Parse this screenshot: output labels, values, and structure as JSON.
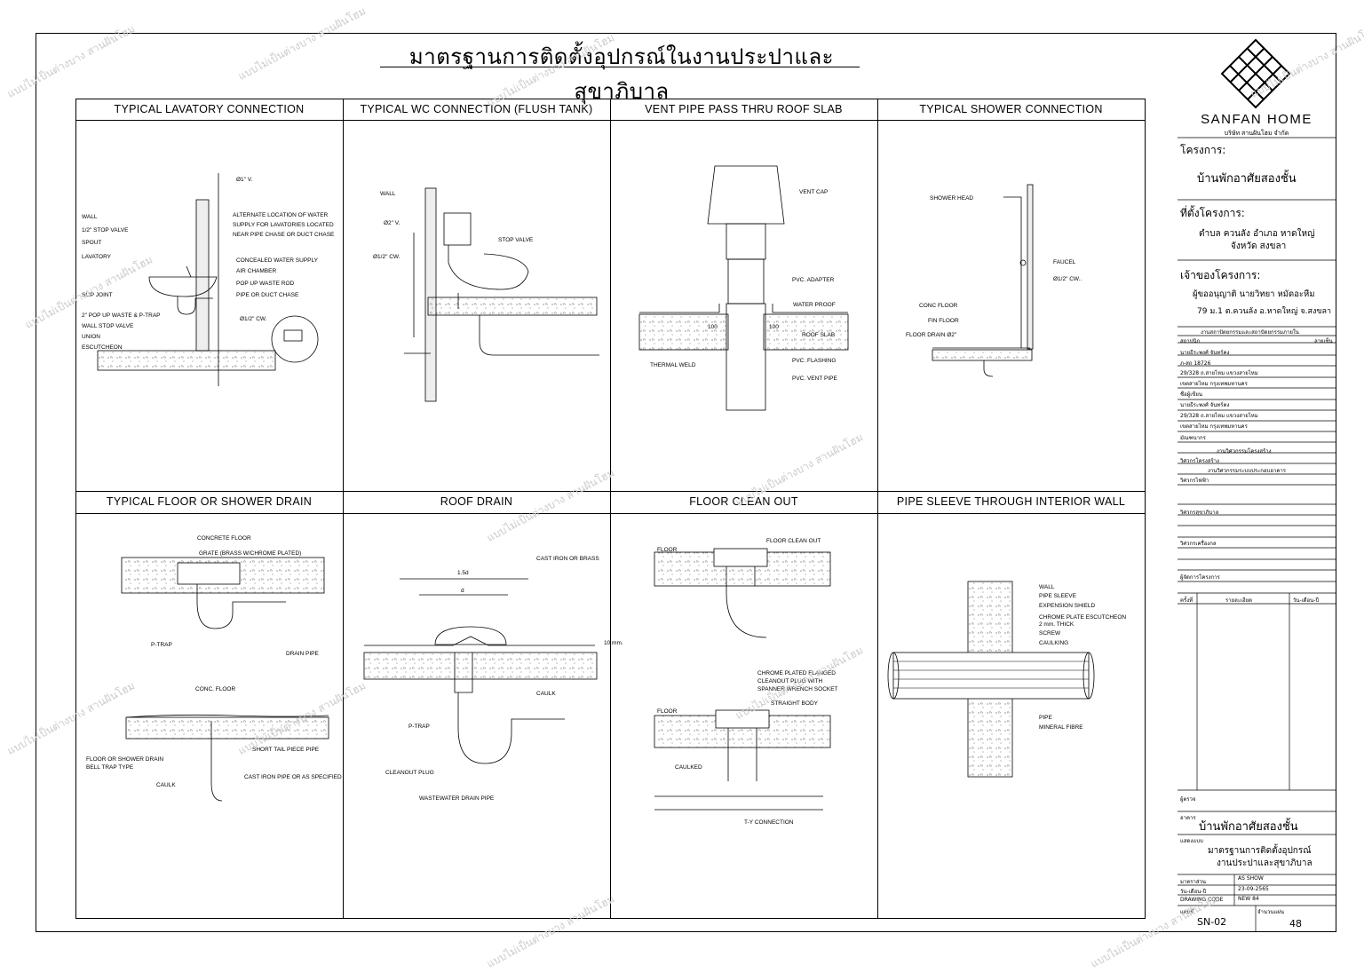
{
  "title": "มาตรฐานการติดตั้งอุปกรณ์ในงานประปาและสุขาภิบาล",
  "panels": {
    "p1": {
      "title": "TYPICAL  LAVATORY  CONNECTION",
      "labels": {
        "wall": "WALL",
        "stop_valve": "1/2\" STOP VALVE",
        "spout": "SPOUT",
        "lavatory": "LAVATORY",
        "slip_joint": "SLIP JOINT",
        "popup": "2\" POP UP WASTE & P-TRAP",
        "wall_stop": "WALL STOP VALVE",
        "union": "UNION",
        "escutcheon": "ESCUTCHEON",
        "v1": "Ø1\" V.",
        "alt1": "ALTERNATE LOCATION OF WATER",
        "alt2": "SUPPLY FOR LAVATORIES LOCATED",
        "alt3": "NEAR PIPE CHASE OR DUCT CHASE",
        "concealed": "CONCEALED WATER SUPPLY",
        "air": "AIR CHAMBER",
        "rod": "POP UP WASTE ROD",
        "chase": "PIPE OR DUCT CHASE",
        "cw": "Ø1/2\" CW."
      }
    },
    "p2": {
      "title": "TYPICAL  WC  CONNECTION  (FLUSH  TANK)",
      "labels": {
        "wall": "WALL",
        "v2": "Ø2\" V.",
        "cw": "Ø1/2\" CW.",
        "stop": "STOP VALVE"
      }
    },
    "p3": {
      "title": "VENT  PIPE  PASS  THRU  ROOF  SLAB",
      "labels": {
        "cap": "VENT CAP",
        "adapter": "PVC. ADAPTER",
        "proof": "WATER PROOF",
        "slab": "ROOF SLAB",
        "flashing": "PVC. FLASHING",
        "vent": "PVC. VENT PIPE",
        "weld": "THERMAL WELD",
        "d100a": "100",
        "d100b": "100"
      }
    },
    "p4": {
      "title": "TYPICAL  SHOWER  CONNECTION",
      "labels": {
        "head": "SHOWER HEAD",
        "faucet": "FAUCEL",
        "cw": "Ø1/2\" CW..",
        "conc": "CONC FLOOR",
        "fin": "FIN FLOOR",
        "drain": "FLOOR DRAIN Ø2\""
      }
    },
    "p5": {
      "title": "TYPICAL  FLOOR OR SHOWER DRAIN",
      "labels": {
        "concrete": "CONCRETE FLOOR",
        "grate": "GRATE  (BRASS W/CHROME PLATED)",
        "ptrap": "P-TRAP",
        "drain": "DRAIN PIPE",
        "conc2": "CONC. FLOOR",
        "tail": "SHORT TAIL PIECE PIPE",
        "fsd1": "FLOOR OR SHOWER DRAIN",
        "fsd2": "BELL TRAP TYPE",
        "caulk": "CAULK",
        "cast": "CAST IRON PIPE OR AS SPECIFIED"
      }
    },
    "p6": {
      "title": "ROOF DRAIN",
      "labels": {
        "cast": "CAST IRON OR BRASS",
        "d15": "1.5d",
        "d": "d",
        "mm": "10 mm.",
        "caulk": "CAULK",
        "ptrap": "P-TRAP",
        "clean": "CLEANOUT PLUG",
        "waste": "WASTEWATER DRAIN PIPE"
      }
    },
    "p7": {
      "title": "FLOOR  CLEAN  OUT",
      "labels": {
        "floor": "FLOOR",
        "fco": "FLOOR CLEAN OUT",
        "ch1": "CHROME PLATED FLANGED",
        "ch2": "CLEANOUT PLUG WITH",
        "ch3": "SPANNER WRENCH SOCKET",
        "floor2": "FLOOR",
        "straight": "STRAIGHT BODY",
        "caulked": "CAULKED",
        "ty": "T-Y CONNECTION"
      }
    },
    "p8": {
      "title": "PIPE  SLEEVE  THROUGH  INTERIOR  WALL",
      "labels": {
        "wall": "WALL",
        "sleeve": "PIPE SLEEVE",
        "shield": "EXPENSION SHIELD",
        "chrome": "CHROME PLATE ESCUTCHEON",
        "thick": "2 mm. THICK",
        "screw": "SCREW",
        "caulking": "CAULKING",
        "pipe": "PIPE",
        "fibre": "MINERAL FIBRE"
      }
    }
  },
  "titleblock": {
    "brand": "SANFAN HOME",
    "brand_sub": "บริษัท สานฝันโฮม จำกัด",
    "project_label": "โครงการ:",
    "project": "บ้านพักอาศัยสองชั้น",
    "location_label": "ที่ตั้งโครงการ:",
    "location1": "ตำบล ควนลัง อำเภอ หาดใหญ่",
    "location2": "จังหวัด สงขลา",
    "owner_label": "เจ้าของโครงการ:",
    "owner1": "ผู้ขออนุญาติ  นายวิทยา  หมัดอะหีม",
    "owner2": "79  ม.1  ต.ควนลัง  อ.หาดใหญ่  จ.สงขลา",
    "design_head": "งานสถาปัตยกรรมและสถาปัตยกรรมภายใน",
    "architect": "สถาปนิก",
    "signature": "ลายเซ็น",
    "arch_name": "นายธีระพงศ์  จันทร์คง",
    "arch_lic": "ภ-สถ 18726",
    "arch_addr1": "29/328 ถ.สายไหม แขวงสายไหม",
    "arch_addr2": "เขตสายไหม กรุงเทพมหานคร",
    "designer": "ชื่อผู้เขียน",
    "des_name": "นายธีระพงศ์  จันทร์คง",
    "des_addr1": "29/328 ถ.สายไหม แขวงสายไหม",
    "des_addr2": "เขตสายไหม กรุงเทพมหานคร",
    "interior": "มัณฑนากร",
    "struct_head": "งานวิศวกรรมโครงสร้าง",
    "struct": "วิศวกรโครงสร้าง",
    "system_head": "งานวิศวกรรมระบบประกอบอาคาร",
    "elec": "วิศวกรไฟฟ้า",
    "sanitary": "วิศวกรสุขาภิบาล",
    "mech": "วิศวกรเครื่องกล",
    "manager": "ผู้จัดการโครงการ",
    "rev": "ครั้งที่",
    "detail": "รายละเอียด",
    "date_col": "วัน-เดือน-ปี",
    "checker": "ผู้ตรวจ",
    "building_label": "อาคาร",
    "building": "บ้านพักอาศัยสองชั้น",
    "show_label": "แสดงแบบ",
    "show1": "มาตรฐานการติดตั้งอุปกรณ์",
    "show2": "งานประปาและสุขาภิบาล",
    "scale_label": "มาตราส่วน",
    "scale": "AS SHOW",
    "date_label": "วัน-เดือน-ปี",
    "date": "23-09-2565",
    "code_label": "DRAWING CODE",
    "code": "NEW 84",
    "sheet_label": "แผ่นที่",
    "sheet": "SN-02",
    "count_label": "จำนวนแผ่น",
    "count": "48"
  },
  "watermark": "แบบไม่เป็นต่างบาง สานฝันโฮม"
}
